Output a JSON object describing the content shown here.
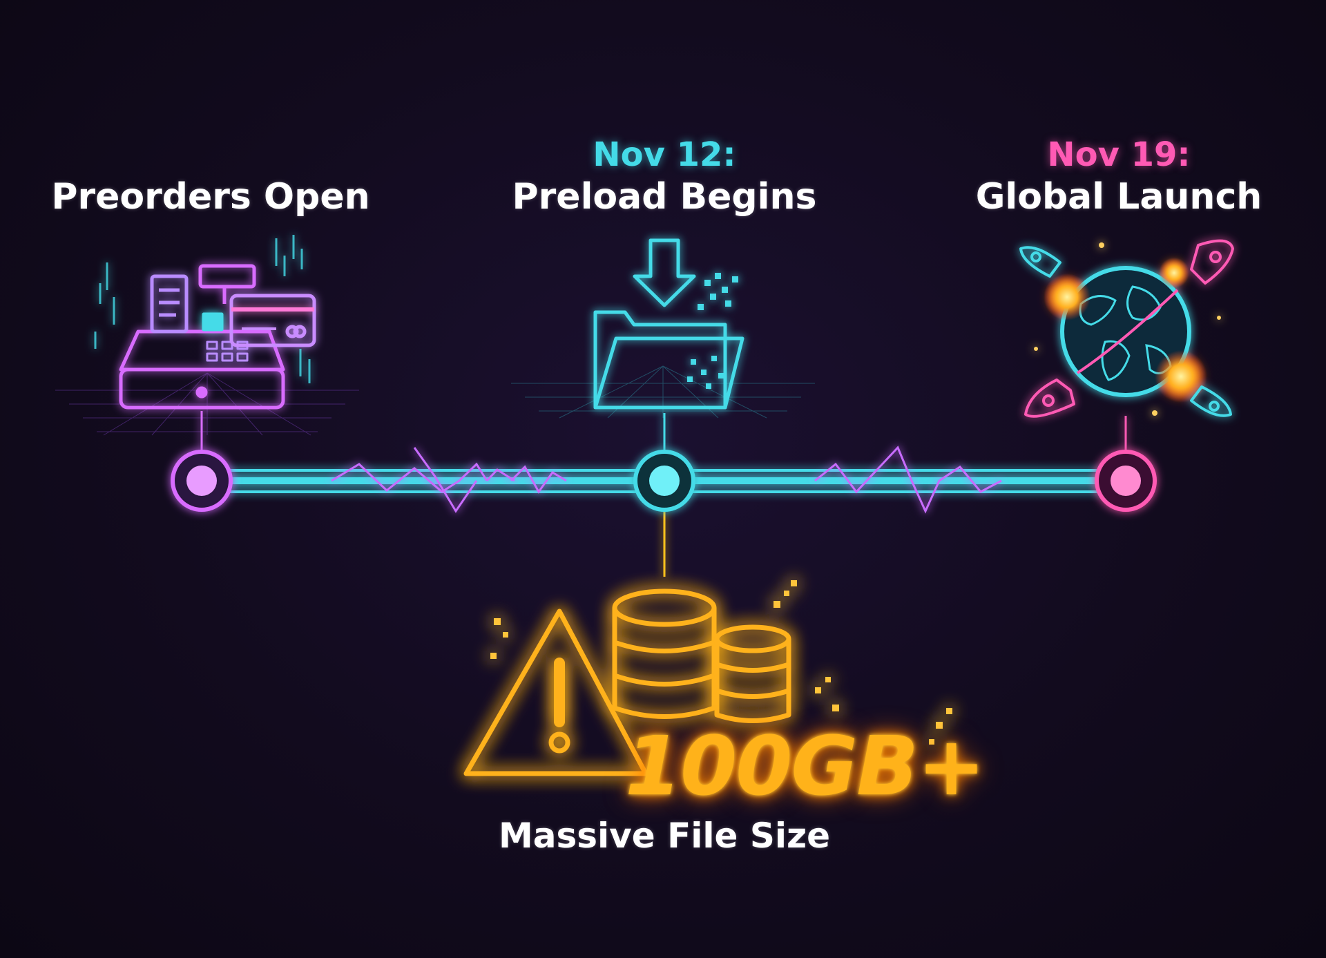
{
  "colors": {
    "background": "#120b1e",
    "cyan": "#44dbe8",
    "magenta": "#d86cff",
    "pink": "#ff5ab4",
    "orange": "#ffb21a",
    "text": "#ffffff"
  },
  "timeline": {
    "milestones": [
      {
        "date": "",
        "title": "Preorders Open",
        "icon": "cash-register-icon"
      },
      {
        "date": "Nov 12:",
        "title": "Preload Begins",
        "icon": "download-folder-icon"
      },
      {
        "date": "Nov 19:",
        "title": "Global Launch",
        "icon": "globe-rockets-icon"
      }
    ]
  },
  "warning": {
    "badge": "100GB+",
    "caption": "Massive File Size",
    "icon": "warning-database-icon"
  }
}
